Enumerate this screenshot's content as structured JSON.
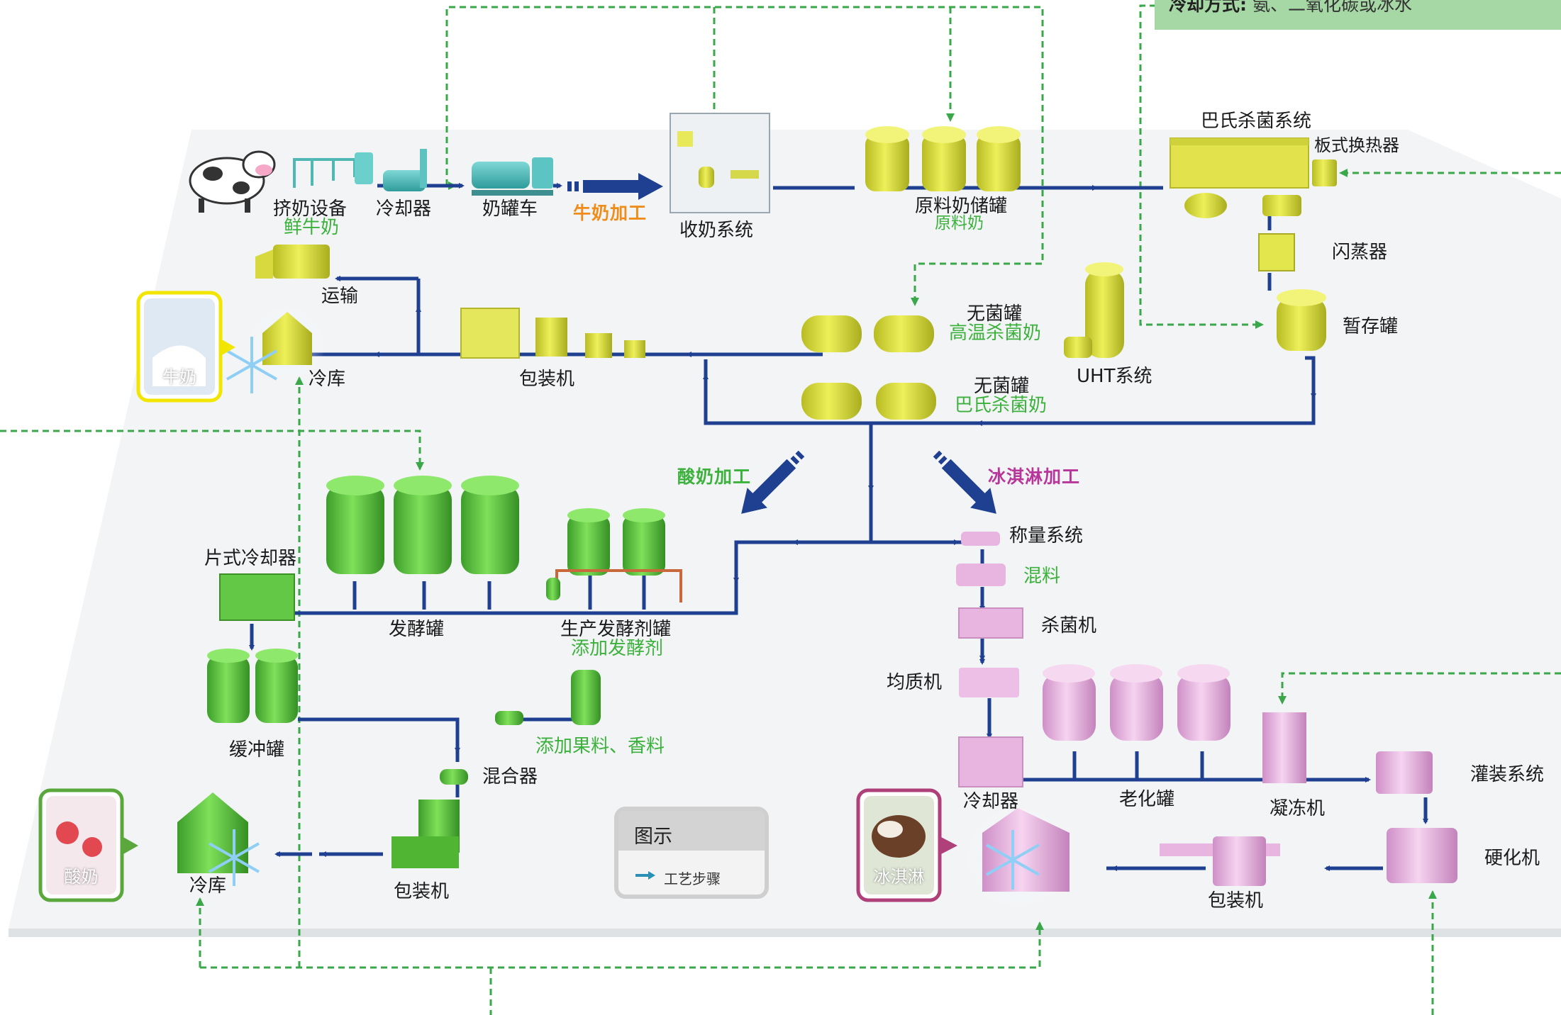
{
  "header": {
    "cooling_label": "冷却方式:",
    "cooling_value": "氨、二氧化碳或冰水"
  },
  "sections": {
    "milk": "牛奶加工",
    "yogurt": "酸奶加工",
    "icecream": "冰淇淋加工"
  },
  "milk": {
    "milking": "挤奶设备",
    "fresh_milk": "鲜牛奶",
    "cooler": "冷却器",
    "tanker": "奶罐车",
    "reception": "收奶系统",
    "raw_tank": "原料奶储罐",
    "raw_milk": "原料奶",
    "pasteur_system": "巴氏杀菌系统",
    "plate_hx": "板式换热器",
    "flash": "闪蒸器",
    "buffer_tank": "暂存罐",
    "uht": "UHT系统",
    "aseptic1": "无菌罐",
    "aseptic1_sub": "高温杀菌奶",
    "aseptic2": "无菌罐",
    "aseptic2_sub": "巴氏杀菌奶",
    "packer": "包装机",
    "cold_store": "冷库",
    "transport": "运输",
    "product": "牛奶"
  },
  "yogurt": {
    "plate_cooler": "片式冷却器",
    "ferment_tank": "发酵罐",
    "starter_tank": "生产发酵剂罐",
    "add_starter": "添加发酵剂",
    "buffer": "缓冲罐",
    "add_fruit": "添加果料、香料",
    "mixer": "混合器",
    "packer": "包装机",
    "cold_store": "冷库",
    "product": "酸奶"
  },
  "icecream": {
    "weighing": "称量系统",
    "mixing": "混料",
    "sterilizer": "杀菌机",
    "homogenizer": "均质机",
    "cooler": "冷却器",
    "aging": "老化罐",
    "freezer": "凝冻机",
    "filling": "灌装系统",
    "hardening": "硬化机",
    "packer": "包装机",
    "product": "冰淇淋"
  },
  "legend": {
    "title": "图示",
    "item": "工艺步骤"
  },
  "colors": {
    "flow": "#1f3f91",
    "cooling": "#3aa84a",
    "milk_equipment": "#d8dc3c",
    "yogurt_equipment": "#58c23a",
    "icecream_equipment": "#e8b5e0",
    "milk_frame": "#f2e600",
    "yogurt_frame": "#5aa83c",
    "icecream_frame": "#b0407a"
  },
  "icons": {
    "cow": "cow-icon",
    "snow": "snowflake-icon"
  }
}
